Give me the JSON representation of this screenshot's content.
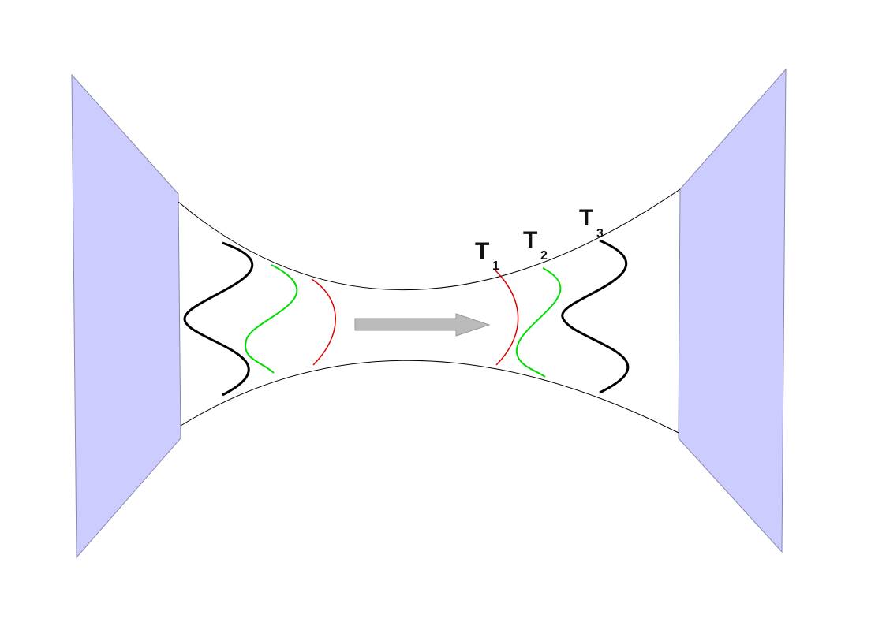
{
  "labels": {
    "t1": {
      "main": "T",
      "sub": "1"
    },
    "t2": {
      "main": "T",
      "sub": "2"
    },
    "t3": {
      "main": "T",
      "sub": "3"
    }
  },
  "colors": {
    "plate_fill": "#ccccff",
    "plate_stroke": "#8888aa",
    "tube_stroke": "#000000",
    "wave_black": "#000000",
    "wave_green": "#00dd00",
    "wave_red": "#dd0000",
    "arrow_fill": "#bbbbbb",
    "arrow_stroke": "#999999"
  },
  "arrow": {
    "direction": "right"
  }
}
